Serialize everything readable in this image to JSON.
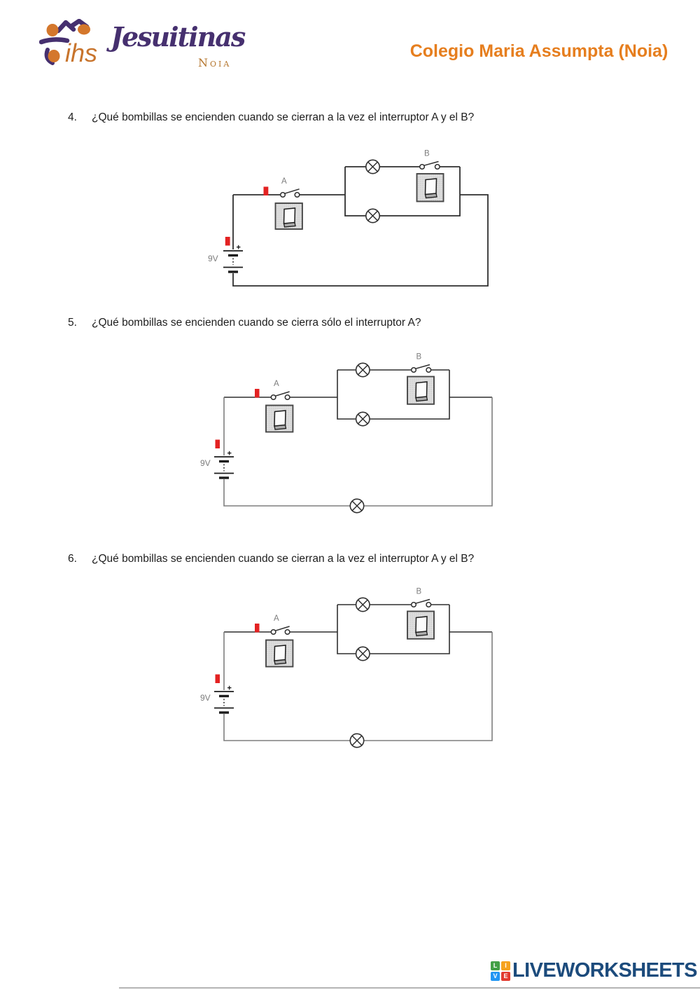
{
  "header": {
    "brand": {
      "mark_text": "ihs",
      "name": "Jesuitinas",
      "subtitle": "Noia"
    },
    "school_title": "Colegio Maria Assumpta (Noia)"
  },
  "questions": [
    {
      "number": "4.",
      "text": "¿Qué bombillas se encienden cuando se cierran a la vez el interruptor A y el B?"
    },
    {
      "number": "5.",
      "text": "¿Qué bombillas se encienden cuando se cierra sólo el interruptor A?"
    },
    {
      "number": "6.",
      "text": "¿Qué bombillas se encienden cuando se cierran a la vez el interruptor A y el B?"
    }
  ],
  "circuits": [
    {
      "battery_label": "9V",
      "plus_label": "+",
      "switch_a_label": "A",
      "switch_b_label": "B"
    },
    {
      "battery_label": "9V",
      "plus_label": "+",
      "switch_a_label": "A",
      "switch_b_label": "B"
    },
    {
      "battery_label": "9V",
      "plus_label": "+",
      "switch_a_label": "A",
      "switch_b_label": "B"
    }
  ],
  "footer": {
    "logo_letters": [
      {
        "letter": "L",
        "color": "#43a047"
      },
      {
        "letter": "I",
        "color": "#f6a21d"
      },
      {
        "letter": "V",
        "color": "#2196f3"
      },
      {
        "letter": "E",
        "color": "#e23b2e"
      }
    ],
    "logo_text": "LIVEWORKSHEETS"
  },
  "colors": {
    "school_title_orange": "#e67e1e",
    "probe_red": "#e32222",
    "brand_purple": "#46306f",
    "brand_orange": "#c8742c",
    "footer_blue": "#1c4b7c"
  }
}
